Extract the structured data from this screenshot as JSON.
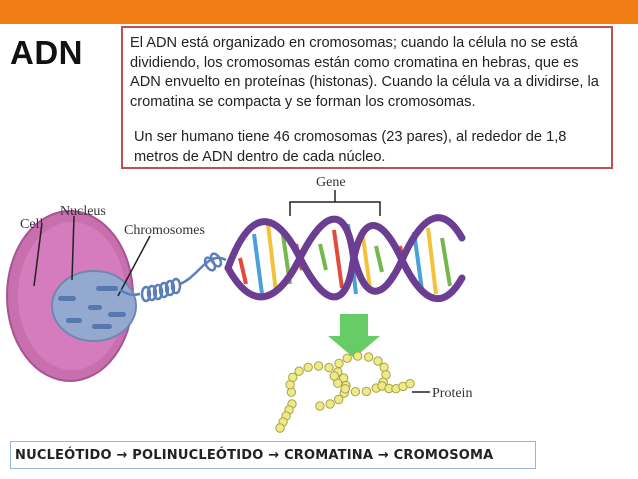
{
  "colors": {
    "accent_bar": "#f07c14",
    "textbox_border": "#c0504d",
    "footer_border": "#9ab5dc",
    "cell": "#c86fae",
    "arrow": "#66cc66"
  },
  "slide": {
    "title": "ADN"
  },
  "textbox": {
    "paragraph1": "El ADN está organizado en cromosomas; cuando la célula no se está dividiendo, los cromosomas están como cromatina en hebras, que es ADN envuelto en proteínas (histonas). Cuando la célula va a dividirse, la cromatina se compacta y se forman los cromosomas.",
    "paragraph2": "Un ser humano tiene 46 cromosomas (23 pares), al rededor de 1,8 metros de ADN dentro de cada núcleo."
  },
  "illustration": {
    "labels": {
      "cell": "Cell",
      "nucleus": "Nucleus",
      "chromosomes": "Chromosomes",
      "gene": "Gene",
      "protein": "Protein"
    }
  },
  "footer": {
    "sequence": "NUCLEÓTIDO → POLINUCLEÓTIDO → CROMATINA → CROMOSOMA"
  }
}
